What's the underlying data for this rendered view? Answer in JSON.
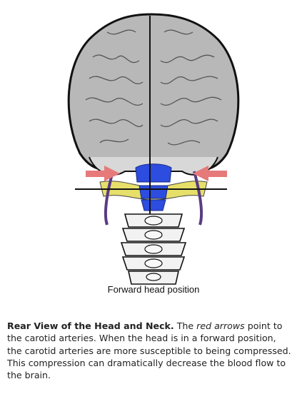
{
  "figure": {
    "label": "Forward head position",
    "colors": {
      "skull": "#b8b8b8",
      "outline": "#111111",
      "arteries_fill": "#2d4de0",
      "arrow": "#e67a7a",
      "yellow": "#e6df6a",
      "artery_purple": "#5a3b82"
    }
  },
  "caption": {
    "title": "Rear View of the Head and Neck.",
    "part1": " The ",
    "italic": "red arrows",
    "part2": " point to the carotid arteries.  When the head is in a forward position, the carotid arteries are more susceptible to being compressed. This compression can dramatically decrease the blood flow to the brain."
  }
}
